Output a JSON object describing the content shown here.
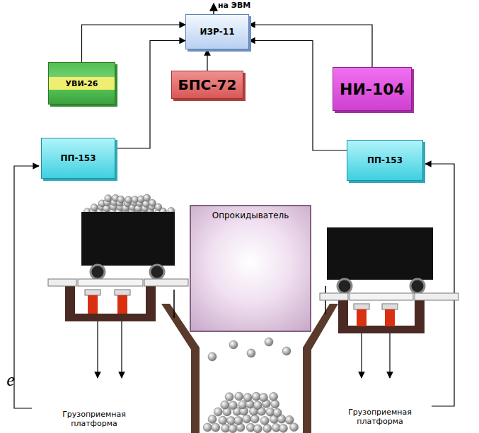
{
  "diagram": {
    "nodes": [
      {
        "text": [
          "ИЗР-11"
        ]
      },
      {
        "text": [
          "УВИ-26"
        ]
      },
      {
        "text": [
          "НИ-104"
        ]
      },
      {
        "text": [
          "БПС-72"
        ]
      },
      {
        "text": [
          "ПП-153"
        ]
      },
      {
        "text": [
          "ПП-153"
        ]
      },
      {
        "text": [
          "Опрокидыватель"
        ]
      }
    ],
    "edges": [
      {
        "from": 1,
        "to": 0,
        "arrow": "to"
      },
      {
        "from": 2,
        "to": 0,
        "arrow": "to"
      },
      {
        "from": 3,
        "to": 0,
        "arrow": "to"
      },
      {
        "from": 4,
        "to": 0,
        "arrow": "to"
      },
      {
        "from": 5,
        "to": 0,
        "arrow": "to"
      }
    ],
    "labels": [
      "на ЭВМ",
      "Грузоприемная платформа",
      "Грузоприемная платформа",
      "е"
    ]
  }
}
